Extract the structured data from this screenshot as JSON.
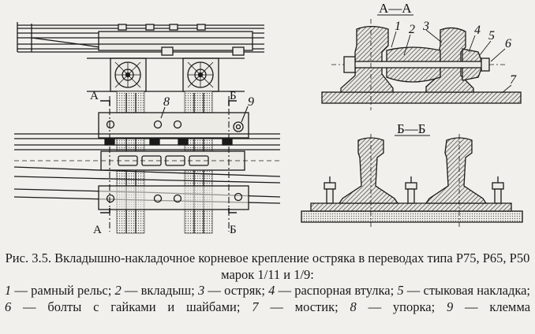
{
  "labels": {
    "section_aa": "А—А",
    "section_bb": "Б—Б",
    "cut_a_top": "А",
    "cut_a_bottom": "А",
    "cut_b_top": "Б",
    "cut_b_bottom": "Б",
    "n1": "1",
    "n2": "2",
    "n3": "3",
    "n4": "4",
    "n5": "5",
    "n6": "6",
    "n7": "7",
    "n8": "8",
    "n9": "9"
  },
  "caption": {
    "title": "Рис. 3.5. Вкладышно-накладочное корневое крепление остряка в переводах типа Р75, Р65, Р50 марок 1/11 и 1/9:",
    "legend": [
      {
        "num": "1",
        "text": "— рамный рельс;"
      },
      {
        "num": "2",
        "text": "— вкладыш;"
      },
      {
        "num": "3",
        "text": "— остряк;"
      },
      {
        "num": "4",
        "text": "— распорная втулка;"
      },
      {
        "num": "5",
        "text": "— стыковая накладка;"
      },
      {
        "num": "6",
        "text": "— болты с гайками и шайбами;"
      },
      {
        "num": "7",
        "text": "— мостик;"
      },
      {
        "num": "8",
        "text": "— упорка;"
      },
      {
        "num": "9",
        "text": "— клемма"
      }
    ]
  },
  "colors": {
    "ink": "#1a1a1a",
    "paper": "#f1f0ec",
    "hatch": "#333333"
  }
}
